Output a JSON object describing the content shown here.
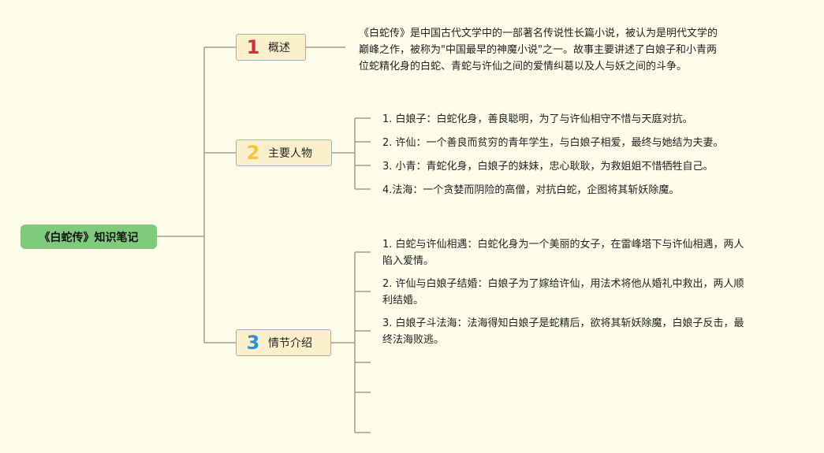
{
  "root": {
    "label": "《白蛇传》知识笔记"
  },
  "branches": [
    {
      "number": "1",
      "label": "概述"
    },
    {
      "number": "2",
      "label": "主要人物"
    },
    {
      "number": "3",
      "label": "情节介绍"
    }
  ],
  "overview": {
    "line1": "《白蛇传》是中国古代文学中的一部著名传说性长篇小说，被认为是明代文学的",
    "line2": "巅峰之作，被称为\"中国最早的神魔小说\"之一。故事主要讲述了白娘子和小青两",
    "line3": "位蛇精化身的白蛇、青蛇与许仙之间的爱情纠葛以及人与妖之间的斗争。"
  },
  "characters": [
    "1. 白娘子：白蛇化身，善良聪明，为了与许仙相守不惜与天庭对抗。",
    "2. 许仙：一个善良而贫穷的青年学生，与白娘子相爱，最终与她结为夫妻。",
    "3. 小青：青蛇化身，白娘子的妹妹，忠心耿耿，为救姐姐不惜牺牲自己。",
    "4.法海：一个贪婪而阴险的高僧，对抗白蛇，企图将其斩妖除魔。"
  ],
  "plot": [
    {
      "line1": "1. 白蛇与许仙相遇：白蛇化身为一个美丽的女子，在雷峰塔下与许仙相遇，两人",
      "line2": "陷入爱情。"
    },
    {
      "line1": "2. 许仙与白娘子结婚：白娘子为了嫁给许仙，用法术将他从婚礼中救出，两人顺",
      "line2": "利结婚。"
    },
    {
      "line1": "3. 白娘子斗法海：法海得知白娘子是蛇精后，欲将其斩妖除魔，白娘子反击，最",
      "line2": "终法海败逃。"
    }
  ],
  "colors": {
    "background": "#fdfde9",
    "root": "#7dcb7b",
    "branch_fill": "#fcf0cc",
    "connector": "#a59f8a",
    "num1": "#e02a33",
    "num2": "#f5c53a",
    "num3": "#2e8fd6"
  }
}
